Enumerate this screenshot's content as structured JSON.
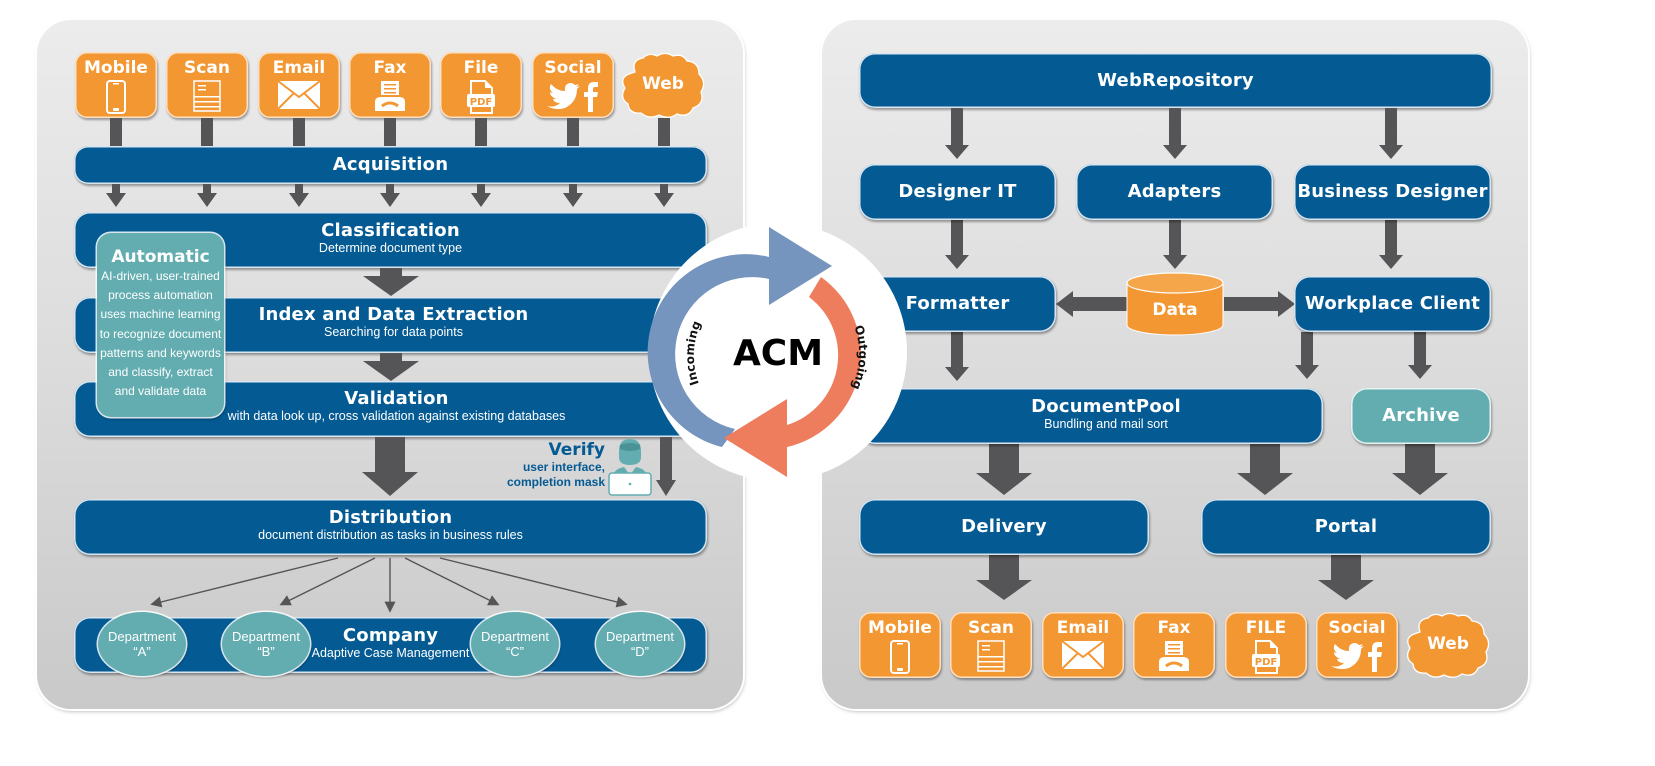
{
  "left_panel": {
    "sources": [
      {
        "label": "Mobile",
        "icon": "mobile-phone-icon"
      },
      {
        "label": "Scan",
        "icon": "scanned-document-icon"
      },
      {
        "label": "Email",
        "icon": "envelope-icon"
      },
      {
        "label": "Fax",
        "icon": "fax-machine-icon"
      },
      {
        "label": "File",
        "icon": "pdf-file-icon",
        "icon_text": "PDF"
      },
      {
        "label": "Social",
        "icon": "twitter-facebook-icon"
      },
      {
        "label": "Web",
        "icon": "cloud-icon"
      }
    ],
    "acquisition": {
      "title": "Acquisition"
    },
    "classification": {
      "title": "Classification",
      "subtitle": "Determine document type"
    },
    "index": {
      "title": "Index and Data Extraction",
      "subtitle": "Searching for data points"
    },
    "validation": {
      "title": "Validation",
      "subtitle": "with data look up, cross validation against existing databases"
    },
    "automatic": {
      "title": "Automatic",
      "lines": [
        "AI-driven, user-trained",
        "process automation",
        "uses machine learning",
        "to recognize document",
        "patterns and keywords",
        "and classify, extract",
        "and validate data"
      ]
    },
    "verify": {
      "title": "Verify",
      "lines": [
        "user interface,",
        "completion mask"
      ]
    },
    "distribution": {
      "title": "Distribution",
      "subtitle": "document distribution as tasks in business rules"
    },
    "company": {
      "title": "Company",
      "subtitle": "Adaptive Case Management"
    },
    "departments": [
      {
        "line1": "Department",
        "line2": "“A”"
      },
      {
        "line1": "Department",
        "line2": "“B”"
      },
      {
        "line1": "Department",
        "line2": "“C”"
      },
      {
        "line1": "Department",
        "line2": "“D”"
      }
    ]
  },
  "cycle": {
    "center": "ACM",
    "incoming": "Incoming",
    "outgoing": "Outgoing",
    "colors": {
      "incoming": "#7594be",
      "outgoing": "#ee7d5e"
    }
  },
  "right_panel": {
    "web_repository": "WebRepository",
    "designer_it": "Designer IT",
    "adapters": "Adapters",
    "business_designer": "Business Designer",
    "formatter": "Formatter",
    "data": "Data",
    "workplace_client": "Workplace Client",
    "document_pool": {
      "title": "DocumentPool",
      "subtitle": "Bundling and mail sort"
    },
    "archive": "Archive",
    "delivery": "Delivery",
    "portal": "Portal",
    "outputs": [
      {
        "label": "Mobile",
        "icon": "mobile-phone-icon"
      },
      {
        "label": "Scan",
        "icon": "scanned-document-icon"
      },
      {
        "label": "Email",
        "icon": "envelope-icon"
      },
      {
        "label": "Fax",
        "icon": "fax-machine-icon"
      },
      {
        "label": "FILE",
        "icon": "pdf-file-icon",
        "icon_text": "PDF"
      },
      {
        "label": "Social",
        "icon": "twitter-facebook-icon"
      },
      {
        "label": "Web",
        "icon": "cloud-icon"
      }
    ]
  },
  "colors": {
    "primary_blue": "#045a93",
    "orange": "#f39733",
    "teal": "#63adb1",
    "arrow_gray": "#555557"
  }
}
